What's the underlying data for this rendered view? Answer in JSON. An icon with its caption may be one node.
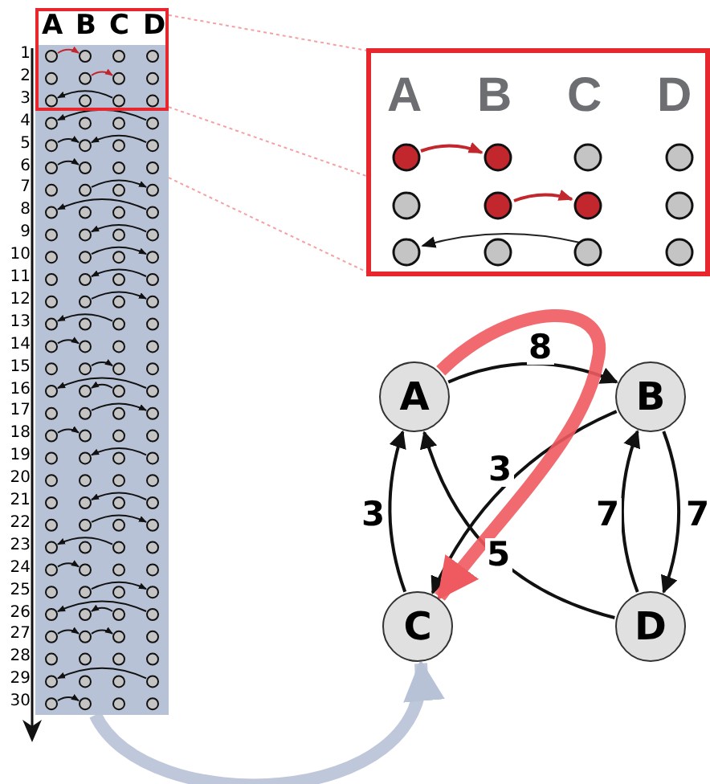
{
  "diagram": {
    "nodes": [
      {
        "text": [
          "A"
        ]
      },
      {
        "text": [
          "B"
        ]
      },
      {
        "text": [
          "C"
        ]
      },
      {
        "text": [
          "D"
        ]
      },
      {
        "text": [
          "A",
          "B",
          "C",
          "D"
        ],
        "beside": [
          "1",
          "2",
          "3",
          "4",
          "5",
          "6",
          "7",
          "8",
          "9",
          "10",
          "11",
          "12",
          "13",
          "14",
          "15",
          "16",
          "17",
          "18",
          "19",
          "20",
          "21",
          "22",
          "23",
          "24",
          "25",
          "26",
          "27",
          "28",
          "29",
          "30"
        ]
      },
      {
        "text": [
          "A",
          "B",
          "C",
          "D"
        ]
      }
    ],
    "edges": [
      {
        "from": 0,
        "to": 1,
        "arrow": "to",
        "label": "8"
      },
      {
        "from": 1,
        "to": 2,
        "arrow": "to",
        "label": "3"
      },
      {
        "from": 2,
        "to": 0,
        "arrow": "to",
        "label": "3"
      },
      {
        "from": 3,
        "to": 0,
        "arrow": "to",
        "label": "5"
      },
      {
        "from": 1,
        "to": 3,
        "arrow": "to",
        "label": "7"
      },
      {
        "from": 3,
        "to": 1,
        "arrow": "to",
        "label": "7"
      },
      {
        "from": 0,
        "to": 2,
        "arrow": "to",
        "style": "thick",
        "color": "#ef5a60"
      },
      {
        "from": 4,
        "to": 5,
        "arrow": "none",
        "style": "dashed",
        "color": "#f4a0a4"
      },
      {
        "from": 4,
        "to": 5,
        "arrow": "none",
        "style": "dashed",
        "color": "#f4a0a4"
      },
      {
        "from": 4,
        "to": 5,
        "arrow": "none",
        "style": "dashed",
        "color": "#f4a0a4"
      },
      {
        "from": 4,
        "to": 2,
        "arrow": "to",
        "style": "thick",
        "color": "#b8c2d6"
      }
    ]
  }
}
